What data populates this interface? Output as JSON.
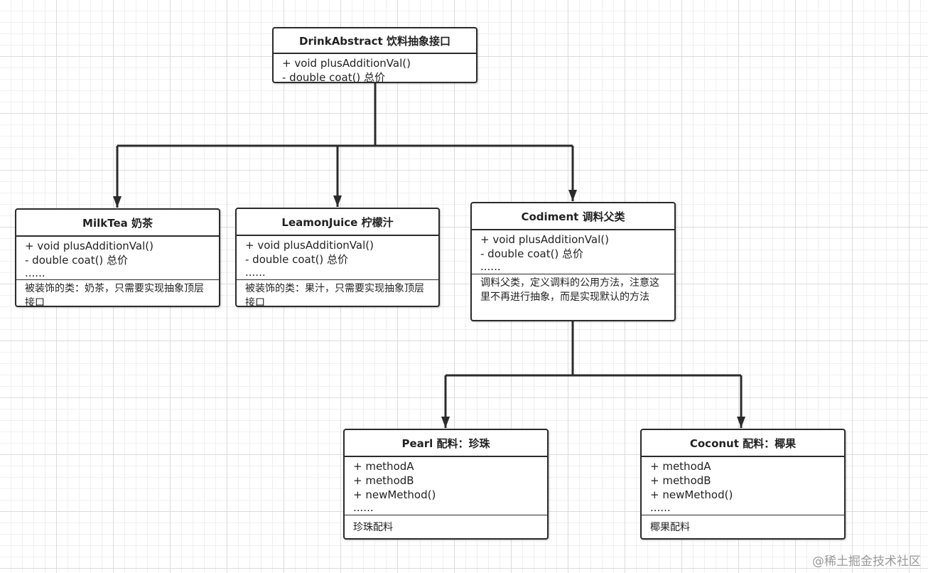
{
  "nodes": {
    "drink": {
      "title": "DrinkAbstract 饮料抽象接口",
      "members": [
        "+ void plusAdditionVal()",
        "- double coat() 总价"
      ]
    },
    "milktea": {
      "title": "MilkTea 奶茶",
      "members": [
        "+ void plusAdditionVal()",
        "- double coat() 总价",
        "......"
      ],
      "note": "被装饰的类：奶茶，只需要实现抽象顶层接口"
    },
    "leamon": {
      "title": "LeamonJuice 柠檬汁",
      "members": [
        "+ void plusAdditionVal()",
        "- double coat() 总价",
        "......"
      ],
      "note": "被装饰的类：果汁，只需要实现抽象顶层接口"
    },
    "codiment": {
      "title": "Codiment 调料父类",
      "members": [
        "+ void plusAdditionVal()",
        "- double coat() 总价",
        "......"
      ],
      "note": "调料父类，定义调料的公用方法，注意这里不再进行抽象，而是实现默认的方法"
    },
    "pearl": {
      "title": "Pearl 配料：珍珠",
      "members": [
        "+ methodA",
        "+ methodB",
        "+ newMethod()",
        "......"
      ],
      "note": "珍珠配料"
    },
    "coconut": {
      "title": "Coconut 配料：椰果",
      "members": [
        "+ methodA",
        "+ methodB",
        "+ newMethod()",
        "......"
      ],
      "note": "椰果配料"
    }
  },
  "watermark": "@稀土掘金技术社区",
  "colors": {
    "line": "#2b2b2b",
    "grid": "#dcdcdc",
    "box": "#ffffff"
  }
}
